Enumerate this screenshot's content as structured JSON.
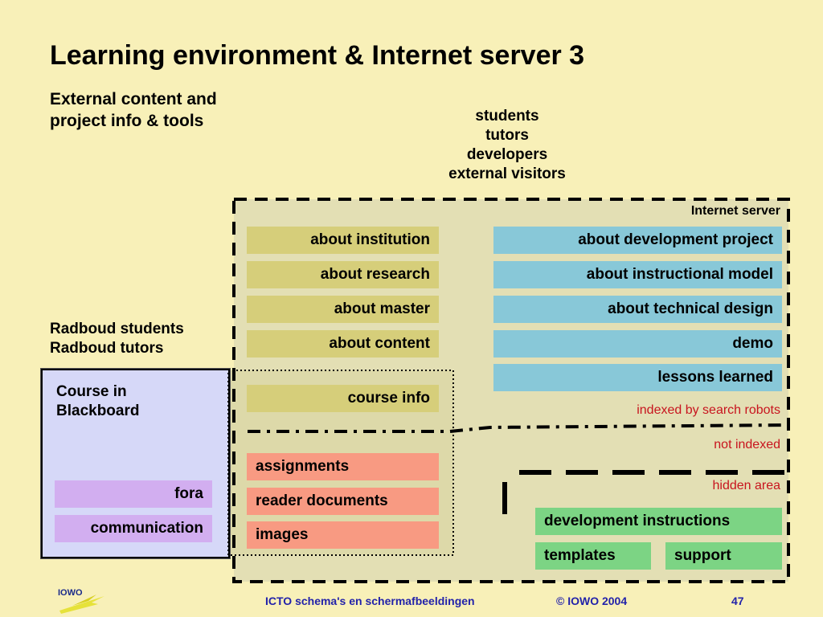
{
  "title": "Learning environment & Internet server 3",
  "external_label_line1": "External content and",
  "external_label_line2": "project info & tools",
  "users": [
    "students",
    "tutors",
    "developers",
    "external visitors"
  ],
  "radboud": [
    "Radboud students",
    "Radboud tutors"
  ],
  "server": {
    "label": "Internet server",
    "left_items": [
      "about institution",
      "about research",
      "about master",
      "about content"
    ],
    "right_items": [
      "about development project",
      "about instructional model",
      "about technical design",
      "demo",
      "lessons learned"
    ],
    "indexed": "indexed by search robots",
    "not_indexed": "not indexed",
    "hidden_area": "hidden area",
    "hidden_items": [
      "development instructions",
      "templates",
      "support"
    ]
  },
  "blackboard": {
    "title_line1": "Course in",
    "title_line2": "Blackboard",
    "course_info": "course info",
    "items": [
      "fora",
      "communication"
    ],
    "materials": [
      "assignments",
      "reader documents",
      "images"
    ]
  },
  "footer": {
    "text": "ICTO schema's en schermafbeeldingen",
    "copyright": "© IOWO 2004",
    "page": "47",
    "logo_text": "IOWO"
  },
  "colors": {
    "background": "#f8f0b8",
    "public_info": "#d6ce7a",
    "project_info": "#88c8d8",
    "course_materials": "#f89a82",
    "hidden": "#7cd484",
    "blackboard_tools": "#d2aef0",
    "blackboard_bg": "#d6d8f8",
    "note_red": "#c8141e"
  }
}
